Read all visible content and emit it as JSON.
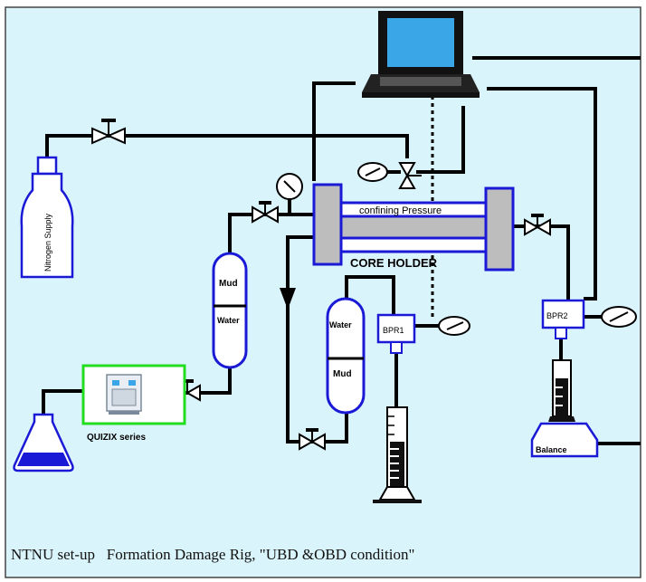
{
  "labels": {
    "confining_pressure": "confining Pressure",
    "core_holder": "CORE HOLDER",
    "nitrogen_supply": "Nitrogen Supply",
    "mud_left": "Mud",
    "water_left": "Water",
    "water_right": "Water",
    "mud_right": "Mud",
    "bpr1": "BPR1",
    "bpr2": "BPR2",
    "quizix": "QUIZIX series",
    "balance": "Balance"
  },
  "caption": "NTNU set-up   Formation Damage Rig, \"UBD &OBD condition\"",
  "colors": {
    "background": "#daf4fb",
    "vessel_stroke": "#1a1ad6",
    "core_fill": "#bdbdbd",
    "pump_border": "#22dd22",
    "laptop_screen": "#3aa6e8"
  }
}
